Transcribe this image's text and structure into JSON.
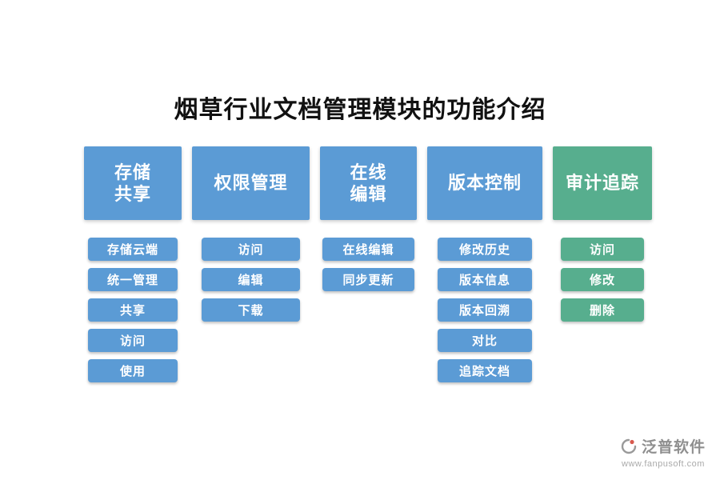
{
  "title": "烟草行业文档管理模块的功能介绍",
  "colors": {
    "primary_blue": "#5B9BD5",
    "accent_green": "#57AE8E"
  },
  "columns": [
    {
      "header": "存储\n共享",
      "color": "#5B9BD5",
      "items": [
        "存储云端",
        "统一管理",
        "共享",
        "访问",
        "使用"
      ]
    },
    {
      "header": "权限管理",
      "color": "#5B9BD5",
      "items": [
        "访问",
        "编辑",
        "下载"
      ]
    },
    {
      "header": "在线\n编辑",
      "color": "#5B9BD5",
      "items": [
        "在线编辑",
        "同步更新"
      ]
    },
    {
      "header": "版本控制",
      "color": "#5B9BD5",
      "items": [
        "修改历史",
        "版本信息",
        "版本回溯",
        "对比",
        "追踪文档"
      ]
    },
    {
      "header": "审计追踪",
      "color": "#57AE8E",
      "items": [
        "访问",
        "修改",
        "删除"
      ]
    }
  ],
  "footer": {
    "brand": "泛普软件",
    "website": "www.fanpusoft.com"
  }
}
